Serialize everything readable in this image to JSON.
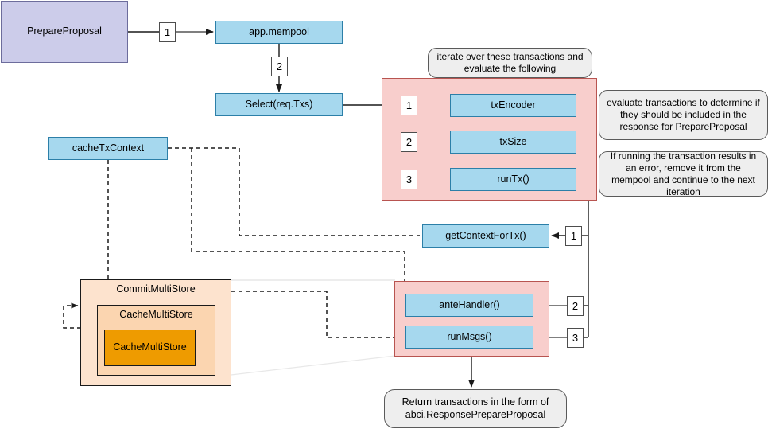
{
  "diagram": {
    "title": "PrepareProposal flow",
    "colors": {
      "purple_fill": "#ccccea",
      "purple_stroke": "#6c6c9c",
      "blue_fill": "#a6d8ee",
      "blue_stroke": "#2c7fa8",
      "pink_fill": "#f8cecc",
      "pink_stroke": "#b85450",
      "orange_outer_fill": "#fde3ce",
      "orange_mid_fill": "#fbd5b0",
      "orange_solid_fill": "#ee9b00",
      "callout_fill": "#eeeeee",
      "callout_stroke": "#5a5a5a",
      "edge": "#1a1a1a"
    },
    "nodes": {
      "prepare_proposal": "PrepareProposal",
      "app_mempool": "app.mempool",
      "select_req_txs": "Select(req.Txs)",
      "tx_encoder": "txEncoder",
      "tx_size": "txSize",
      "run_tx": "runTx()",
      "cache_tx_context": "cacheTxContext",
      "get_context_for_tx": "getContextForTx()",
      "ante_handler": "anteHandler()",
      "run_msgs": "runMsgs()",
      "commit_multi_store": "CommitMultiStore",
      "cache_multi_store_mid": "CacheMultiStore",
      "cache_multi_store_inner": "CacheMultiStore"
    },
    "callouts": {
      "iterate": "iterate over these transactions and evaluate the following",
      "evaluate": "evaluate transactions to determine if they should be included in the response for PrepareProposal",
      "error": "If running the transaction results in an error, remove it from the mempool and continue to the next iteration",
      "return": "Return transactions in the form of abci.ResponsePrepareProposal"
    },
    "badges": {
      "step_1_mempool": "1",
      "step_2_select": "2",
      "step_1_txencoder": "1",
      "step_2_txsize": "2",
      "step_3_runtx": "3",
      "step_1_getcontext": "1",
      "step_2_antehandler": "2",
      "step_3_runmsgs": "3"
    }
  }
}
